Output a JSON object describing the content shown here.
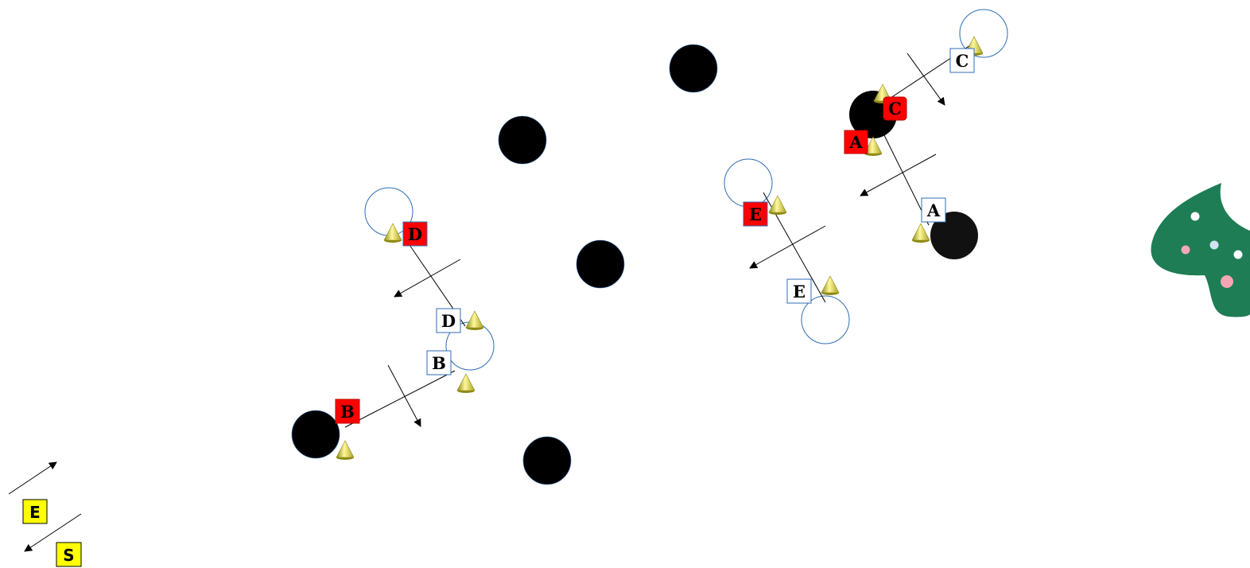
{
  "diagram": {
    "pairs": [
      {
        "letter": "A",
        "start_color": "#ff0000",
        "end_color": "#ffffff"
      },
      {
        "letter": "B",
        "start_color": "#ff0000",
        "end_color": "#ffffff"
      },
      {
        "letter": "C",
        "start_color": "#ff0000",
        "end_color": "#ffffff"
      },
      {
        "letter": "D",
        "start_color": "#ff0000",
        "end_color": "#ffffff"
      },
      {
        "letter": "E",
        "start_color": "#ff0000",
        "end_color": "#ffffff"
      }
    ],
    "obstacle_color": "#000000",
    "goal_ring_color": "#2f6db5",
    "marker_color": "#e8e23a"
  },
  "legend": {
    "key_e": "E",
    "key_s": "S",
    "key_color": "#ffff00"
  },
  "decoration": {
    "blob_color": "#1e7d55",
    "dot_colors": [
      "#ffffff",
      "#f4a6b5",
      "#cfe3f2"
    ]
  }
}
